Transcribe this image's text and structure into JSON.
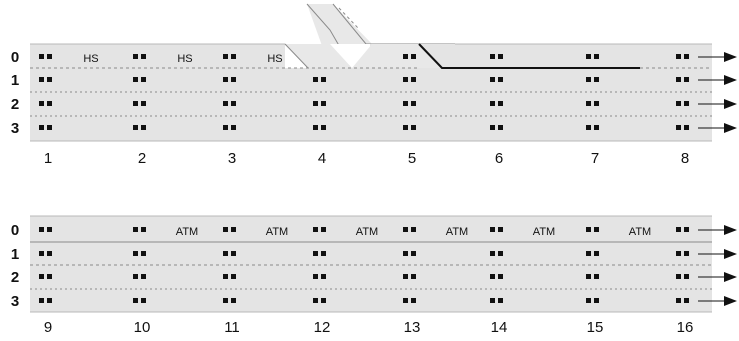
{
  "diagram": {
    "colors": {
      "road": "#e4e4e4",
      "road_edge": "#b8b8b8",
      "ramp": "#e8e8e8",
      "marking": "#8a8a8a",
      "solid_line": "#111111",
      "sensor": "#111111",
      "arrow": "#111111",
      "text": "#111111"
    },
    "sections": [
      {
        "lanes": [
          "0",
          "1",
          "2",
          "3"
        ],
        "gantries": [
          "1",
          "2",
          "3",
          "4",
          "5",
          "6",
          "7",
          "8"
        ],
        "hard_shoulder_label": "HS",
        "hard_shoulder_at": [
          "1",
          "2",
          "3"
        ],
        "merge_ramp": true
      },
      {
        "lanes": [
          "0",
          "1",
          "2",
          "3"
        ],
        "gantries": [
          "9",
          "10",
          "11",
          "12",
          "13",
          "14",
          "15",
          "16"
        ],
        "atm_label": "ATM",
        "atm_at": [
          "10",
          "11",
          "12",
          "13",
          "14",
          "15"
        ],
        "merge_ramp": false
      }
    ]
  }
}
